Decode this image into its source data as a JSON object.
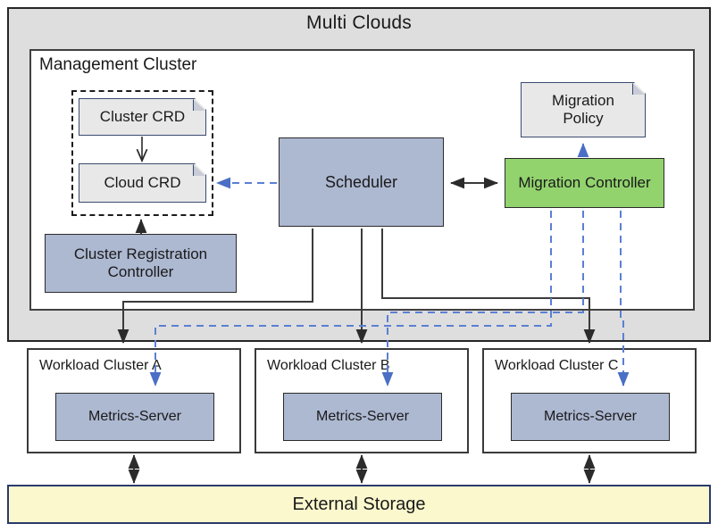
{
  "diagram": {
    "title": "Multi Clouds",
    "external_storage_label": "External Storage",
    "colors": {
      "outer_background": "#dedede",
      "panel_background": "#ffffff",
      "component_blue": "#adb8d1",
      "component_green": "#92d36e",
      "note_gray": "#e8e8e8",
      "storage_yellow": "#fbf8cd",
      "storage_border": "#2b3a6b",
      "dashed_arrow_blue": "#5b7fd4",
      "solid_arrow_black": "#3b3b3b"
    }
  },
  "management_cluster": {
    "title": "Management Cluster",
    "crd_group": {
      "items": [
        {
          "label": "Cluster CRD",
          "shape": "note"
        },
        {
          "label": "Cloud CRD",
          "shape": "note"
        }
      ]
    },
    "components": [
      {
        "id": "cluster-registration-controller",
        "label": "Cluster Registration Controller",
        "color": "blue"
      },
      {
        "id": "scheduler",
        "label": "Scheduler",
        "color": "blue"
      },
      {
        "id": "migration-controller",
        "label": "Migration Controller",
        "color": "green"
      }
    ],
    "notes": [
      {
        "id": "migration-policy",
        "label": "Migration Policy",
        "line1": "Migration",
        "line2": "Policy"
      }
    ]
  },
  "workload_clusters": [
    {
      "title": "Workload Cluster A",
      "metrics_server": "Metrics-Server"
    },
    {
      "title": "Workload Cluster B",
      "metrics_server": "Metrics-Server"
    },
    {
      "title": "Workload Cluster C",
      "metrics_server": "Metrics-Server"
    }
  ],
  "connections": {
    "solid": [
      {
        "from": "Cluster Registration Controller",
        "to": "Cloud CRD",
        "direction": "up"
      },
      {
        "from": "Scheduler",
        "to": "Migration Controller",
        "direction": "bidirectional"
      },
      {
        "from": "Scheduler",
        "to": "Workload Cluster A",
        "direction": "down"
      },
      {
        "from": "Scheduler",
        "to": "Workload Cluster B",
        "direction": "down"
      },
      {
        "from": "Scheduler",
        "to": "Workload Cluster C",
        "direction": "down"
      },
      {
        "from": "Cluster CRD",
        "to": "Cloud CRD",
        "direction": "down"
      },
      {
        "from": "Workload Cluster A",
        "to": "External Storage",
        "direction": "bidirectional"
      },
      {
        "from": "Workload Cluster B",
        "to": "External Storage",
        "direction": "bidirectional"
      },
      {
        "from": "Workload Cluster C",
        "to": "External Storage",
        "direction": "bidirectional"
      }
    ],
    "dashed": [
      {
        "from": "Scheduler",
        "to": "Cloud CRD",
        "direction": "left"
      },
      {
        "from": "Migration Controller",
        "to": "Migration Policy",
        "direction": "up"
      },
      {
        "from": "Migration Controller",
        "to": "Metrics-Server A",
        "direction": "down"
      },
      {
        "from": "Migration Controller",
        "to": "Metrics-Server B",
        "direction": "down"
      },
      {
        "from": "Migration Controller",
        "to": "Metrics-Server C",
        "direction": "down"
      }
    ]
  }
}
